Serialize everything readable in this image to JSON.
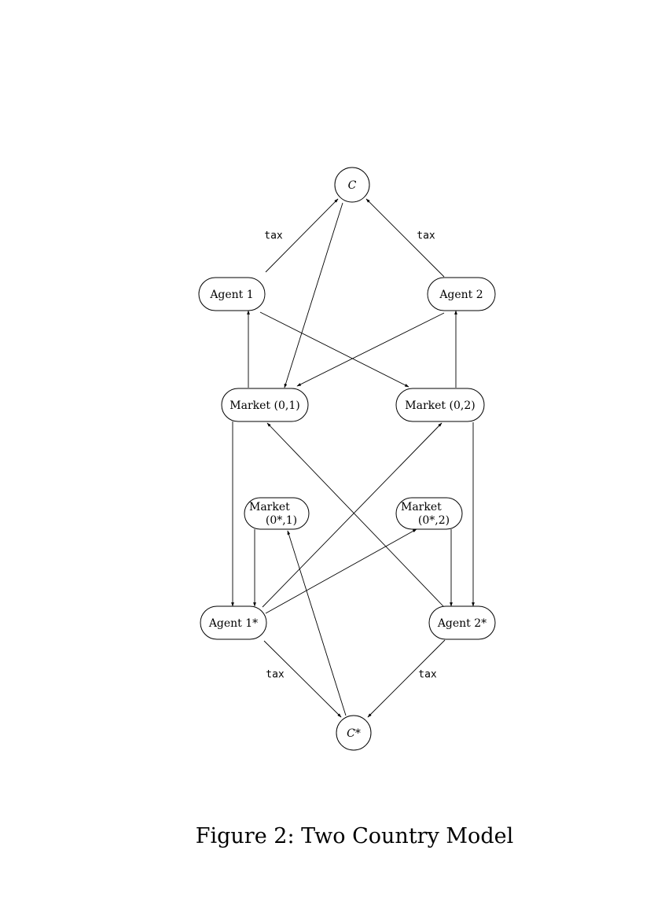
{
  "diagram": {
    "nodes": [
      {
        "id": "C",
        "label": "C"
      },
      {
        "id": "A1",
        "label": "Agent 1"
      },
      {
        "id": "A2",
        "label": "Agent 2"
      },
      {
        "id": "M01",
        "label": "Market (0,1)"
      },
      {
        "id": "M02",
        "label": "Market (0,2)"
      },
      {
        "id": "M0s1",
        "label": "Market",
        "label2": "(0*,1)"
      },
      {
        "id": "M0s2",
        "label": "Market",
        "label2": "(0*,2)"
      },
      {
        "id": "A1s",
        "label": "Agent 1*"
      },
      {
        "id": "A2s",
        "label": "Agent 2*"
      },
      {
        "id": "Cs",
        "label": "C*"
      }
    ],
    "edges": [
      {
        "from": "A1",
        "to": "C",
        "label": "tax"
      },
      {
        "from": "A2",
        "to": "C",
        "label": "tax"
      },
      {
        "from": "C",
        "to": "M01",
        "label": ""
      },
      {
        "from": "M01",
        "to": "A1",
        "label": ""
      },
      {
        "from": "A1",
        "to": "M02",
        "label": ""
      },
      {
        "from": "A2",
        "to": "M01",
        "label": ""
      },
      {
        "from": "M02",
        "to": "A2",
        "label": ""
      },
      {
        "from": "M01",
        "to": "A1s",
        "label": ""
      },
      {
        "from": "M0s1",
        "to": "A1s",
        "label": ""
      },
      {
        "from": "A1s",
        "to": "M02",
        "label": ""
      },
      {
        "from": "A1s",
        "to": "M0s2",
        "label": ""
      },
      {
        "from": "A2s",
        "to": "M01",
        "label": ""
      },
      {
        "from": "M0s2",
        "to": "A2s",
        "label": ""
      },
      {
        "from": "M02",
        "to": "A2s",
        "label": ""
      },
      {
        "from": "Cs",
        "to": "M0s1",
        "label": ""
      },
      {
        "from": "A1s",
        "to": "Cs",
        "label": "tax"
      },
      {
        "from": "A2s",
        "to": "Cs",
        "label": "tax"
      }
    ]
  },
  "caption": "Figure 2: Two Country Model"
}
